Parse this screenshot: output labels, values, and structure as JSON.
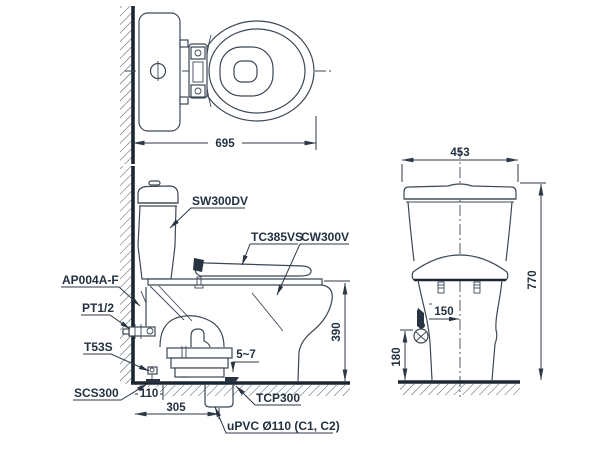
{
  "meta": {
    "colors": {
      "background": "#ffffff",
      "line": "#3c4754",
      "heavy_line": "#1c2630",
      "text": "#233140"
    }
  },
  "top_view": {
    "dims": {
      "overall_depth": "695"
    }
  },
  "side_view": {
    "labels": {
      "tank": "SW300DV",
      "seat_cover": "TC385VS",
      "bowl": "CW300V",
      "fill_valve": "AP004A-F",
      "supply_thread": "PT1/2",
      "stop_valve": "T53S",
      "floor_fixing": "SCS300",
      "outlet_collar": "TCP300",
      "drain_pipe": "uPVC Ø110 (C1, C2)"
    },
    "dims": {
      "rim_height": "390",
      "flange_gap": "5~7",
      "wall_to_fixing": "110",
      "rough_in": "305"
    }
  },
  "front_view": {
    "dims": {
      "overall_width": "453",
      "overall_height": "770",
      "supply_offset": "150",
      "supply_height": "180"
    }
  }
}
